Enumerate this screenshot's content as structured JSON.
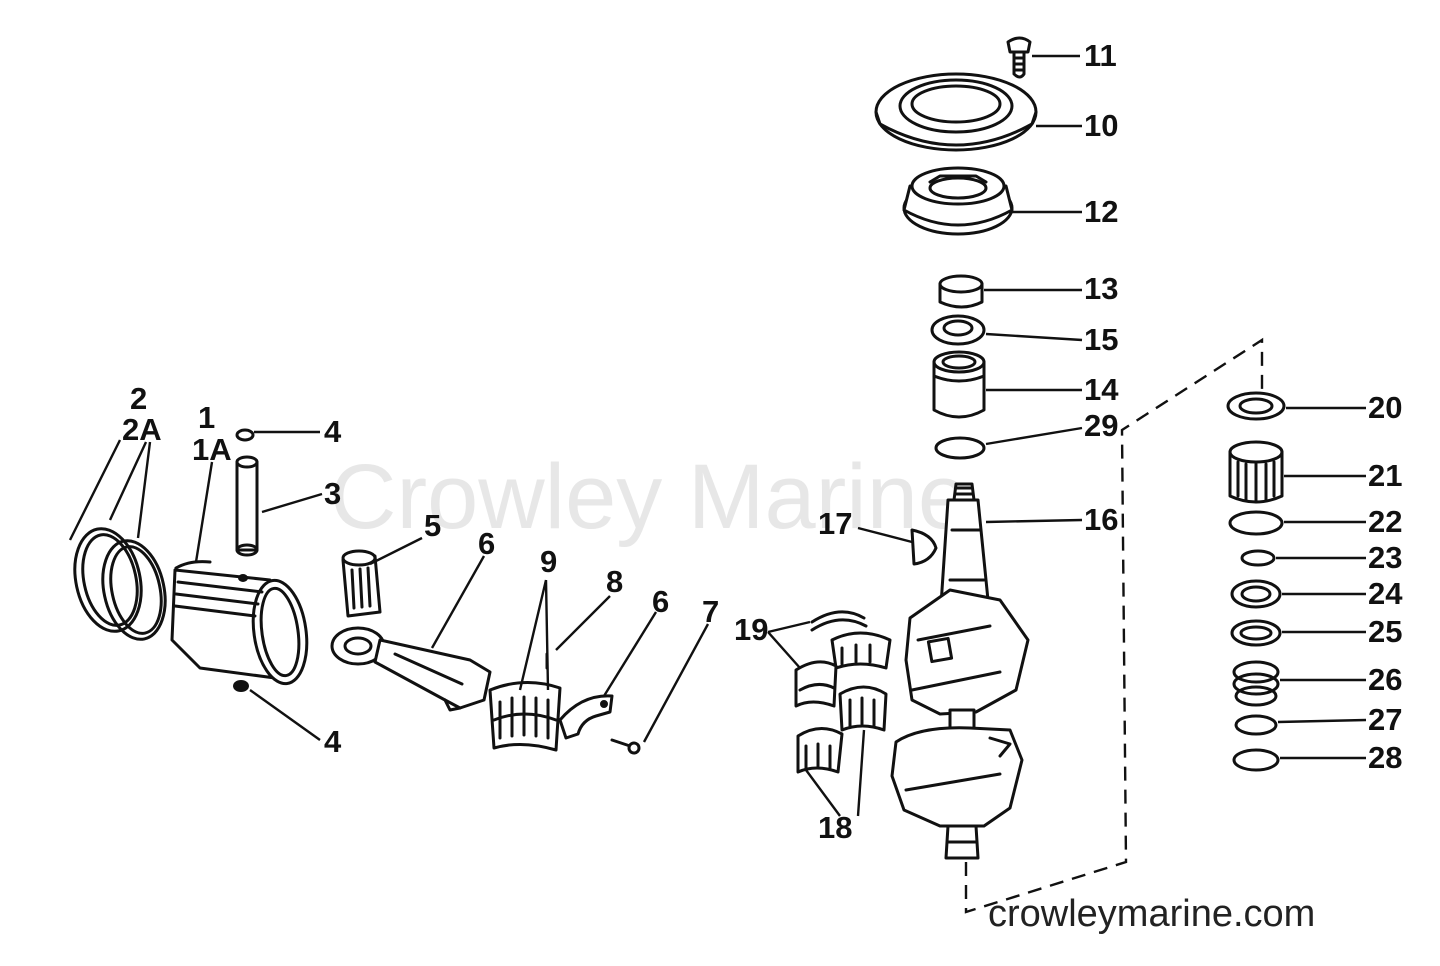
{
  "watermark": "Crowley Marine",
  "site_url": "crowleymarine.com",
  "part_labels": {
    "p1": "1",
    "p1a": "1A",
    "p2": "2",
    "p2a": "2A",
    "p3": "3",
    "p4a": "4",
    "p4b": "4",
    "p5": "5",
    "p6a": "6",
    "p6b": "6",
    "p7": "7",
    "p8": "8",
    "p9": "9",
    "p10": "10",
    "p11": "11",
    "p12": "12",
    "p13": "13",
    "p14": "14",
    "p15": "15",
    "p16": "16",
    "p17": "17",
    "p18": "18",
    "p19": "19",
    "p20": "20",
    "p21": "21",
    "p22": "22",
    "p23": "23",
    "p24": "24",
    "p25": "25",
    "p26": "26",
    "p27": "27",
    "p28": "28",
    "p29": "29"
  }
}
